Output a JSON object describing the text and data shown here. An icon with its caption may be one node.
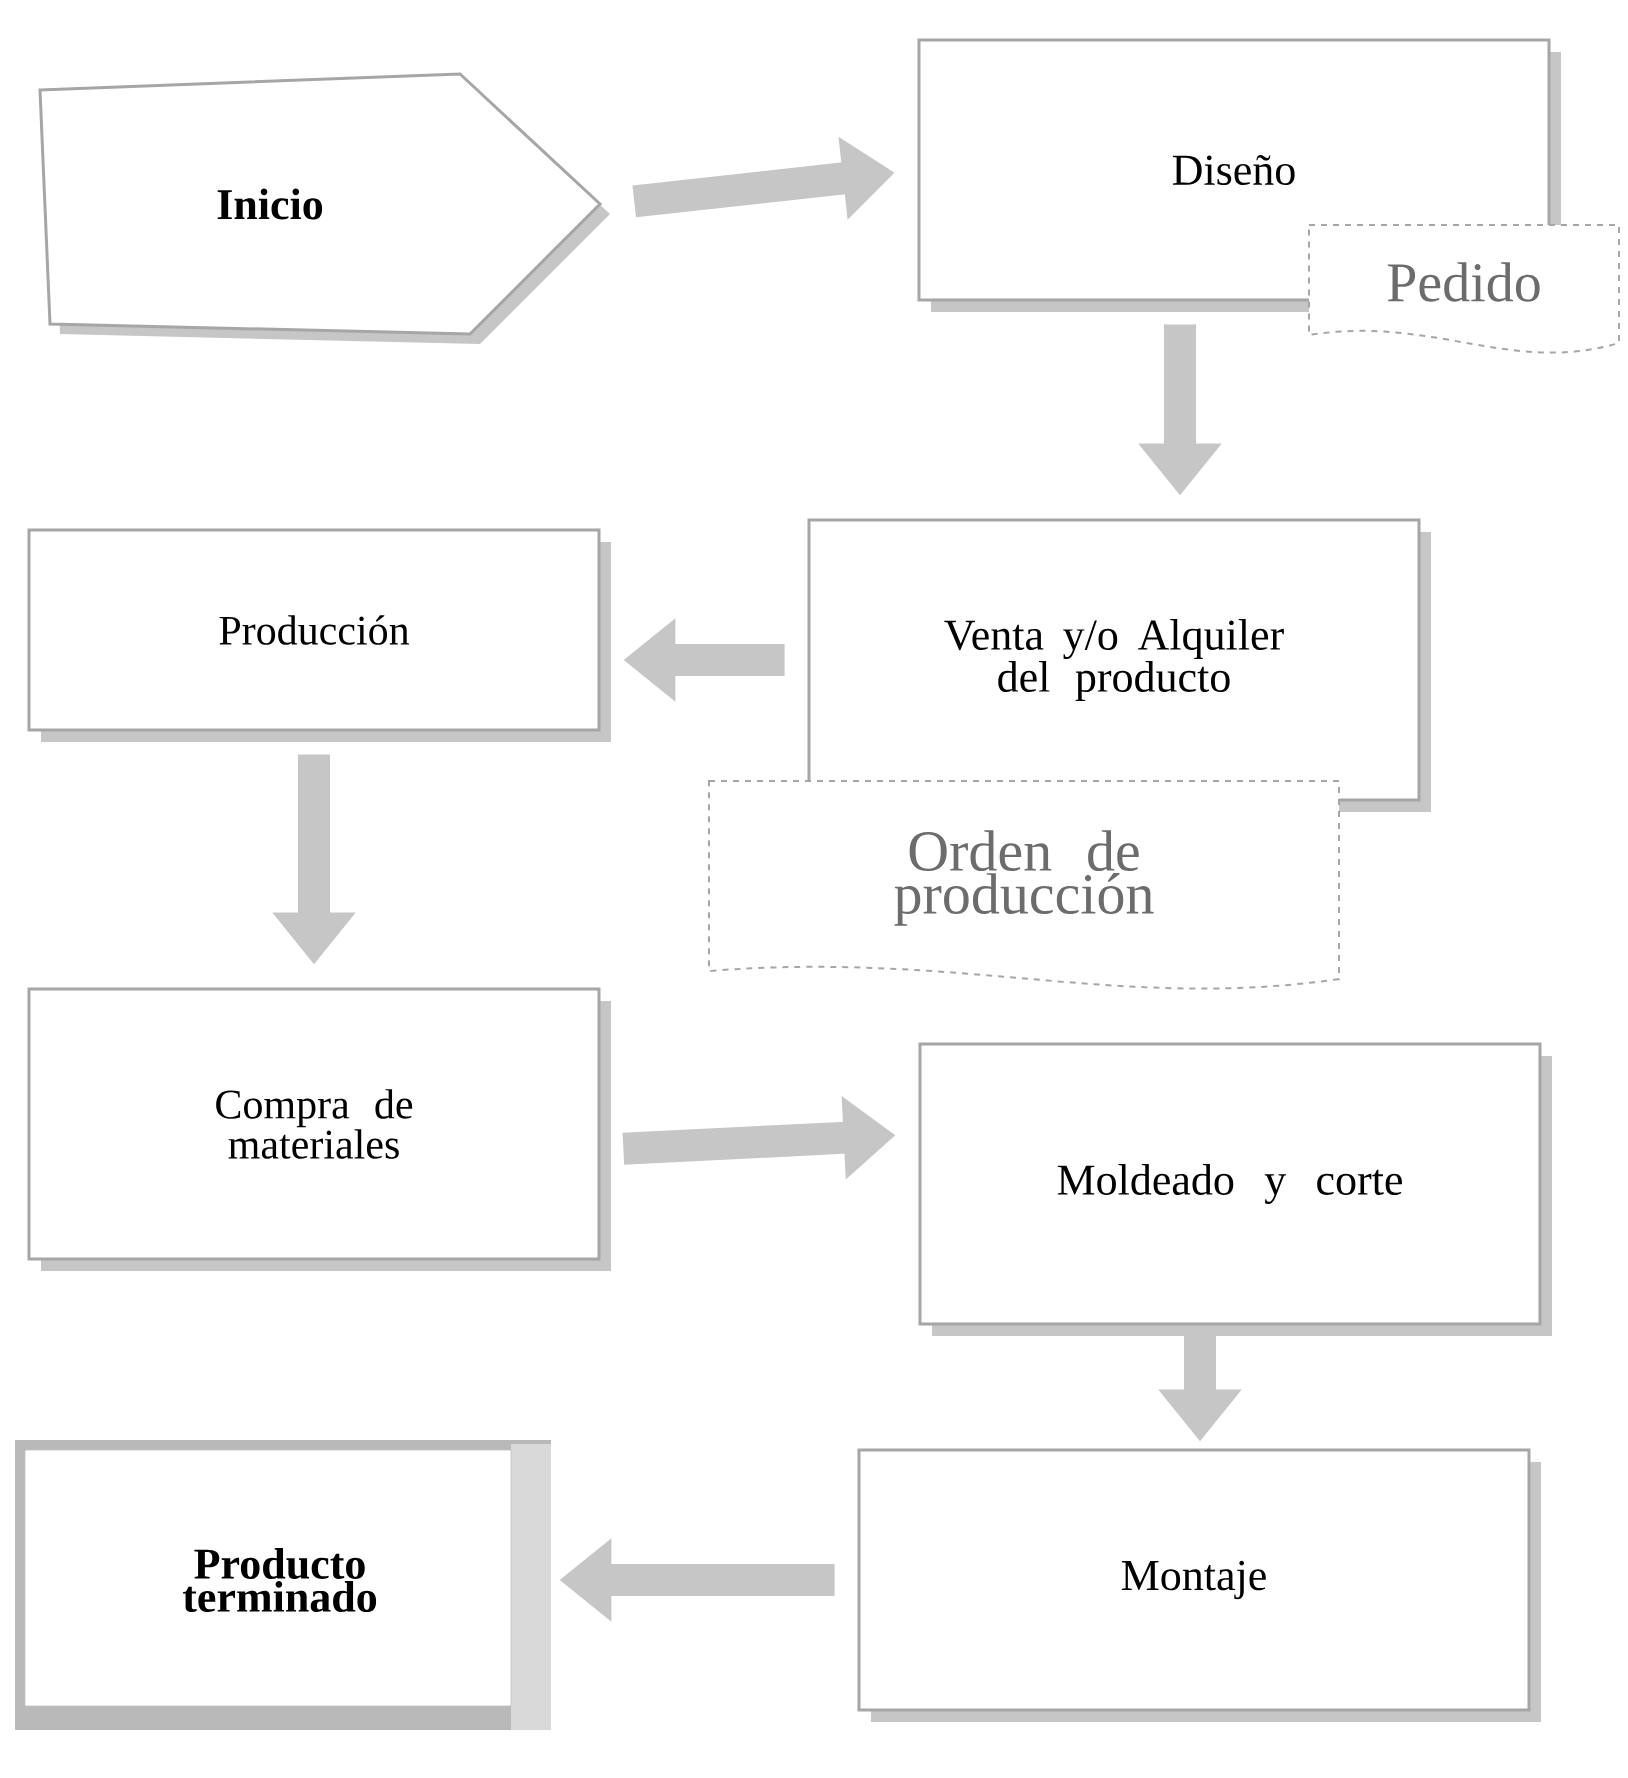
{
  "diagram": {
    "nodes": [
      {
        "text": [
          "Inicio"
        ]
      },
      {
        "text": [
          "Diseño"
        ]
      },
      {
        "text": [
          "Pedido"
        ]
      },
      {
        "text": [
          "Producción"
        ]
      },
      {
        "text": [
          "Venta y/o Alquiler del producto"
        ]
      },
      {
        "text": [
          "Orden de producción"
        ]
      },
      {
        "text": [
          "Compra de materiales"
        ]
      },
      {
        "text": [
          "Moldeado y corte"
        ]
      },
      {
        "text": [
          "Producto terminado"
        ]
      },
      {
        "text": [
          "Montaje"
        ]
      }
    ],
    "edges": [
      {
        "from": 0,
        "to": 1,
        "arrow": "to"
      },
      {
        "from": 1,
        "to": 4,
        "arrow": "to"
      },
      {
        "from": 4,
        "to": 3,
        "arrow": "to"
      },
      {
        "from": 3,
        "to": 6,
        "arrow": "to"
      },
      {
        "from": 6,
        "to": 7,
        "arrow": "to"
      },
      {
        "from": 7,
        "to": 9,
        "arrow": "to"
      },
      {
        "from": 9,
        "to": 8,
        "arrow": "to"
      }
    ]
  }
}
